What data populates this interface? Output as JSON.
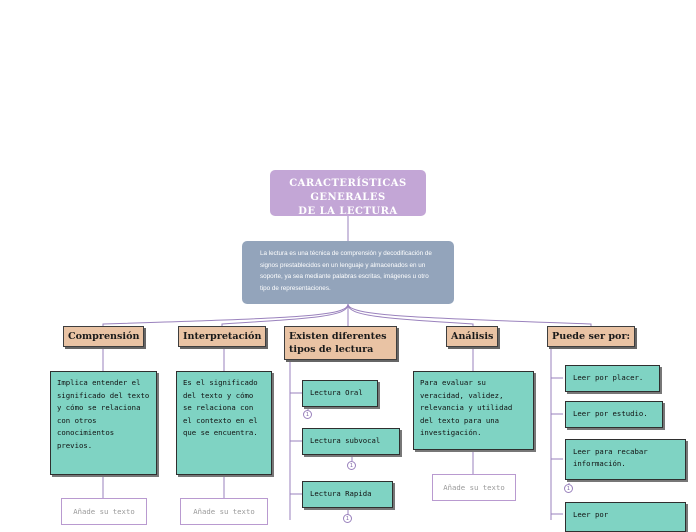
{
  "root": {
    "title_line1": "CARACTERÍSTICAS GENERALES",
    "title_line2": "DE LA LECTURA"
  },
  "description": "La lectura es una técnica de comprensión y decodificación de signos prestablecidos en un lenguaje y almacenados en un soporte, ya sea mediante palabras escritas, imágenes u otro tipo de representaciones.",
  "branches": {
    "comprension": {
      "label": "Comprensión",
      "note": "Implica entender el significado del texto y cómo se relaciona con otros conocimientos previos.",
      "placeholder": "Añade su texto"
    },
    "interpretacion": {
      "label": "Interpretación",
      "note": "Es el significado del texto y cómo se relaciona con el contexto en el que se encuentra.",
      "placeholder": "Añade su texto"
    },
    "tipos": {
      "label": "Existen diferentes tipos de lectura",
      "items": [
        "Lectura Oral",
        "Lectura subvocal",
        "Lectura Rapida"
      ]
    },
    "analisis": {
      "label": "Análisis",
      "note": "Para evaluar su veracidad, validez, relevancia y utilidad del texto para una investigación.",
      "placeholder": "Añade su texto"
    },
    "puede": {
      "label": "Puede ser por:",
      "items": [
        "Leer por placer.",
        "Leer por estudio.",
        "Leer para recabar información.",
        "Leer por"
      ]
    }
  },
  "badges": [
    "1",
    "1",
    "1",
    "1"
  ],
  "colors": {
    "root": "#c3a6d6",
    "description": "#93a4bb",
    "header": "#e9c3a4",
    "note": "#7fd3c3",
    "connector": "#9a82bd"
  }
}
